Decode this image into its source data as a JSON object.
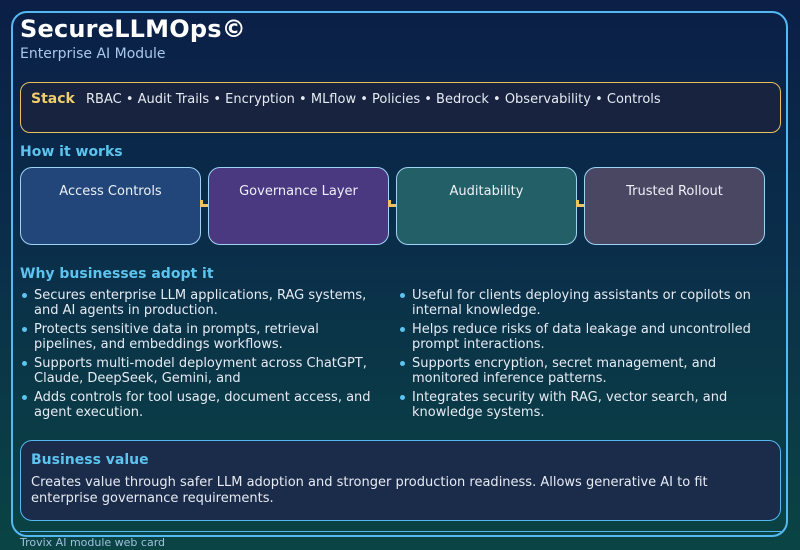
{
  "header": {
    "title": "SecureLLMOps©",
    "subtitle": "Enterprise AI Module"
  },
  "stack": {
    "label": "Stack",
    "items_text": "RBAC • Audit Trails • Encryption • MLflow • Policies • Bedrock • Observability • Controls",
    "items": [
      "RBAC",
      "Audit Trails",
      "Encryption",
      "MLflow",
      "Policies",
      "Bedrock",
      "Observability",
      "Controls"
    ]
  },
  "how_it_works": {
    "heading": "How it works",
    "steps": [
      {
        "label": "Access Controls",
        "color": "#22467a"
      },
      {
        "label": "Governance Layer",
        "color": "#4a3880"
      },
      {
        "label": "Auditability",
        "color": "#235f66"
      },
      {
        "label": "Trusted Rollout",
        "color": "#4a4763"
      }
    ],
    "connector_color": "#f0c162"
  },
  "why_adopt": {
    "heading": "Why businesses adopt it",
    "left": [
      "Secures enterprise LLM applications, RAG systems, and AI agents in production.",
      "Protects sensitive data in prompts, retrieval pipelines, and embeddings workflows.",
      "Supports multi-model deployment across ChatGPT, Claude, DeepSeek, Gemini, and",
      "Adds controls for tool usage, document access, and agent execution."
    ],
    "right": [
      "Useful for clients deploying assistants or copilots on internal knowledge.",
      "Helps reduce risks of data leakage and uncontrolled prompt interactions.",
      "Supports encryption, secret management, and monitored inference patterns.",
      "Integrates security with RAG, vector search, and knowledge systems."
    ]
  },
  "business_value": {
    "title": "Business value",
    "text": "Creates value through safer LLM adoption and stronger production readiness. Allows generative AI to fit enterprise governance requirements."
  },
  "footer": {
    "text": "Trovix AI module web card"
  },
  "colors": {
    "accent_blue": "#54b9f3",
    "heading_cyan": "#5cc4ee",
    "stack_gold": "#f2cd6b"
  }
}
